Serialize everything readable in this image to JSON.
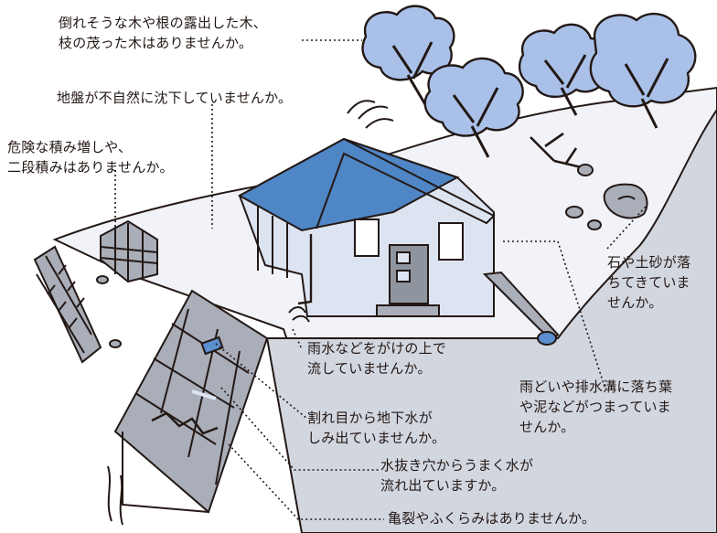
{
  "callouts": {
    "trees": "倒れそうな木や根の露出した木、\n枝の茂った木はありませんか。",
    "subsidence": "地盤が不自然に沈下していませんか。",
    "stacking": "危険な積み増しや、\n二段積みはありませんか。",
    "rockfall": "石や土砂が落\nちてきていま\nせんか。",
    "rainwater": "雨水などをがけの上で\n流していませんか。",
    "gutter": "雨どいや排水溝に落ち葉\nや泥などがつまっていま\nせんか。",
    "groundwater": "割れ目から地下水が\nしみ出ていませんか。",
    "weephole": "水抜き穴からうまく水が\n流れ出ていますか。",
    "cracks": "亀裂やふくらみはありませんか。"
  },
  "colors": {
    "outline": "#231815",
    "ground": "#f1f3f8",
    "cliff": "#d2d6df",
    "wall": "#a9aeb8",
    "tree": "#a9c1e9",
    "roof": "#4f86c6",
    "house": "#dde4f1",
    "door": "#8f959f",
    "water": "#5b8fd0",
    "leader": "#231815"
  },
  "icons": [
    "tree-icon",
    "house-icon",
    "retaining-wall-icon",
    "stone-block-wall-icon",
    "rock-icon",
    "water-splash-icon",
    "crack-icon",
    "drain-ditch-icon"
  ]
}
